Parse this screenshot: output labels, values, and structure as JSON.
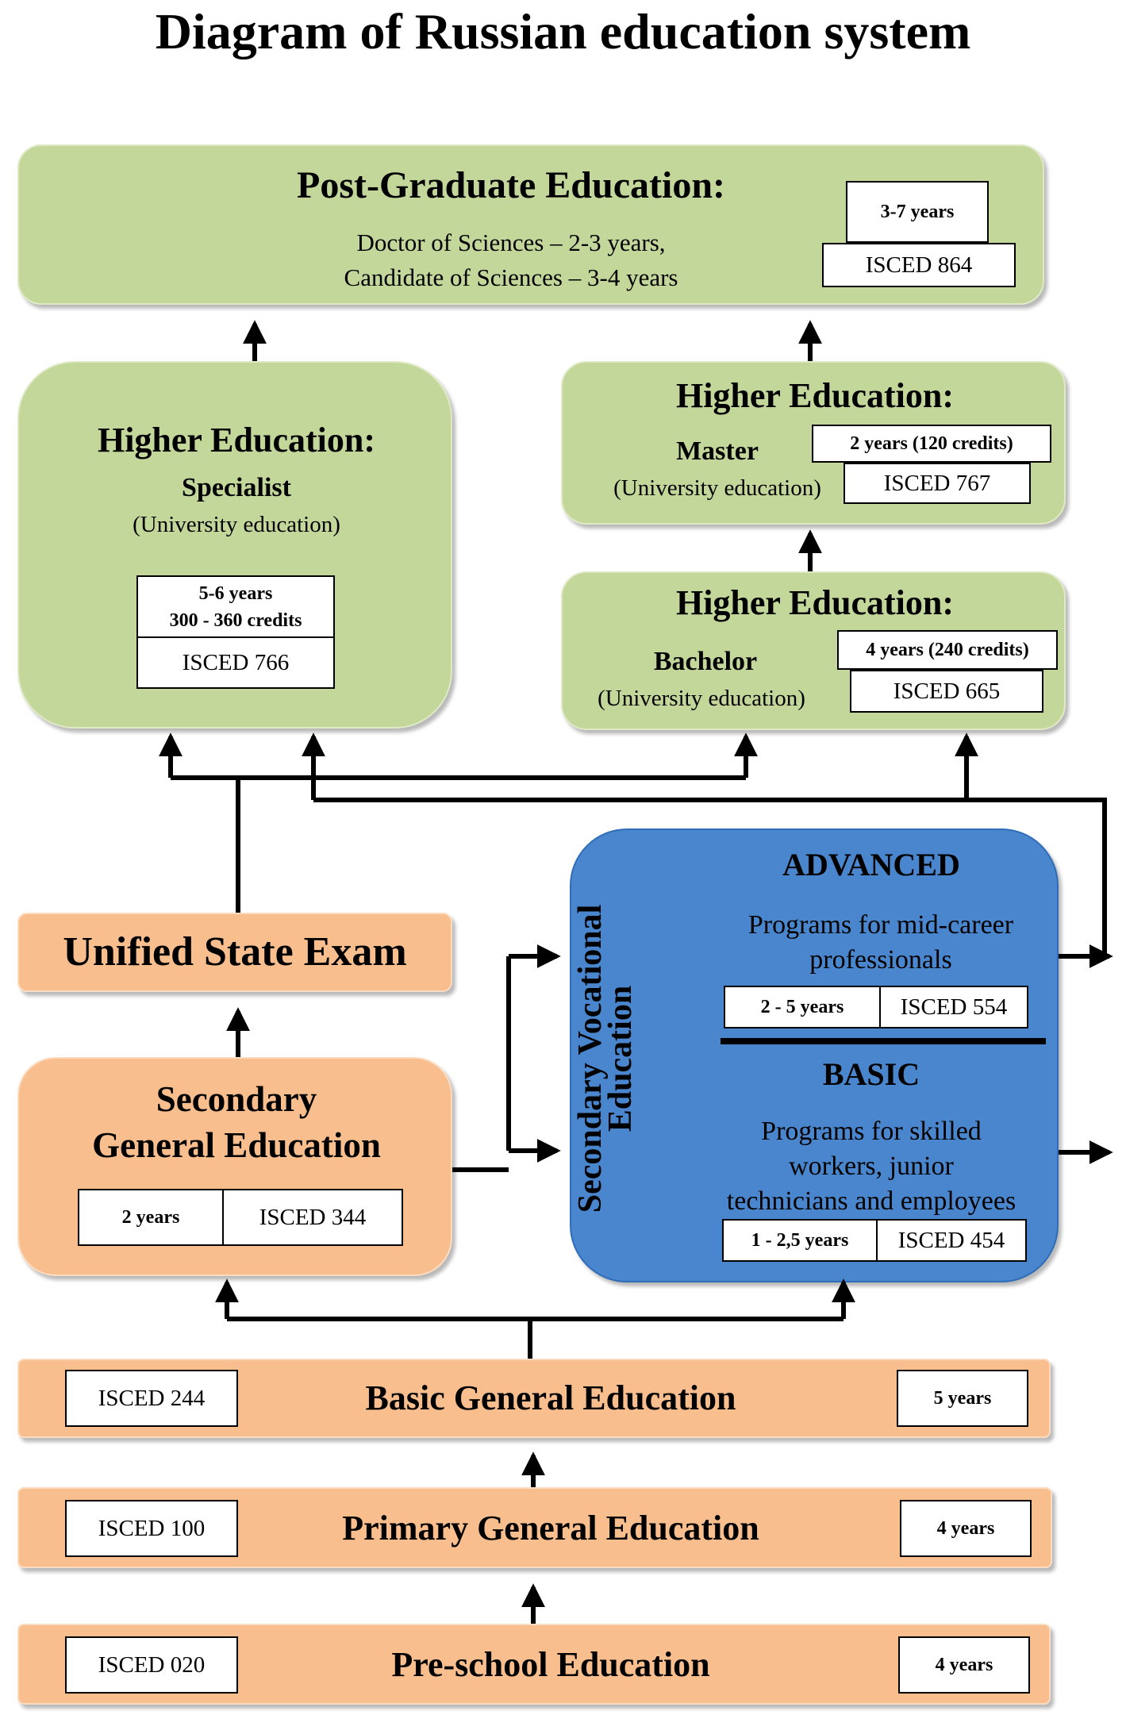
{
  "title": "Diagram of Russian education system",
  "postgraduate": {
    "heading": "Post-Graduate Education:",
    "line1": "Doctor of Sciences – 2-3 years,",
    "line2": "Candidate of Sciences – 3-4 years",
    "duration": "3-7 years",
    "isced": "ISCED 864"
  },
  "specialist": {
    "heading": "Higher Education:",
    "degree": "Specialist",
    "note": "(University education)",
    "duration_line1": "5-6 years",
    "duration_line2": "300 - 360 credits",
    "isced": "ISCED 766"
  },
  "master": {
    "heading": "Higher Education:",
    "degree": "Master",
    "note": "(University education)",
    "duration": "2 years (120 credits)",
    "isced": "ISCED 767"
  },
  "bachelor": {
    "heading": "Higher Education:",
    "degree": "Bachelor",
    "note": "(University education)",
    "duration": "4 years (240 credits)",
    "isced": "ISCED 665"
  },
  "exam": {
    "label": "Unified State Exam"
  },
  "secondary_general": {
    "line1": "Secondary",
    "line2": "General Education",
    "duration": "2 years",
    "isced": "ISCED 344"
  },
  "vocational": {
    "title_line1": "Secondary Vocational",
    "title_line2": "Education",
    "advanced": {
      "heading": "ADVANCED",
      "line1": "Programs for mid-career",
      "line2": "professionals",
      "duration": "2 - 5 years",
      "isced": "ISCED 554"
    },
    "basic": {
      "heading": "BASIC",
      "line1": "Programs for skilled",
      "line2": "workers, junior",
      "line3": "technicians and employees",
      "duration": "1 - 2,5 years",
      "isced": "ISCED 454"
    }
  },
  "basic_general": {
    "label": "Basic General Education",
    "isced": "ISCED 244",
    "duration": "5 years"
  },
  "primary_general": {
    "label": "Primary General Education",
    "isced": "ISCED 100",
    "duration": "4 years"
  },
  "preschool": {
    "label": "Pre-school Education",
    "isced": "ISCED 020",
    "duration": "4 years"
  },
  "colors": {
    "green_fill": "#c4d79b",
    "orange_fill": "#f8be8e",
    "blue_fill": "#4a86cd"
  }
}
